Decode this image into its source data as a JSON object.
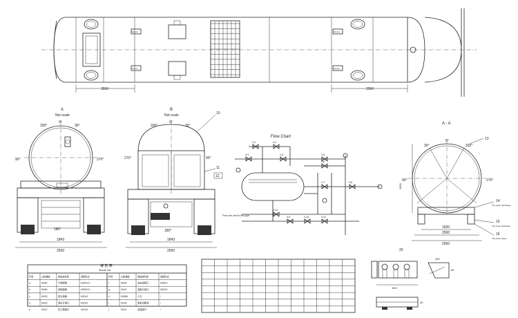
{
  "top_view": {
    "dim_left": "3550",
    "dim_right": "2500",
    "labels": [
      "ветроз",
      "выход",
      "ветроз",
      "выход"
    ]
  },
  "view_a": {
    "title": "A",
    "subtitle": "Not scale",
    "angles": {
      "top": "0°",
      "upper_left": "330°",
      "upper_right": "30°",
      "left": "90°",
      "right": "270°",
      "bottom": "180°"
    },
    "dims": {
      "width": "1843",
      "overall": "2500"
    }
  },
  "view_b": {
    "title": "B",
    "subtitle": "Not scale",
    "angles": {
      "top": "0°",
      "upper_left": "330°",
      "upper_right": "30°",
      "left": "270°",
      "right": "90°",
      "bottom": "180°"
    },
    "callouts": [
      "10",
      "11",
      "12"
    ],
    "dims": {
      "width": "1843",
      "overall": "2500"
    }
  },
  "flow_chart": {
    "title": "Flow Chart",
    "valve_labels": [
      "V-1",
      "V-2",
      "V-3",
      "V-4",
      "V-5",
      "V-6",
      "V-7",
      "V-8",
      "V-9",
      "V-10",
      "V-11",
      "V-12"
    ],
    "note": "From the vent to the pipe"
  },
  "section_aa": {
    "title": "A - A",
    "angles": {
      "top": "0°",
      "upper_left": "30°",
      "upper_right": "330°",
      "left": "90°",
      "right": "270°"
    },
    "callouts": [
      "13",
      "14",
      "15",
      "16"
    ],
    "callout_texts": [
      "The upper discharge",
      "The lower discharge",
      "The lower plank"
    ],
    "dims": {
      "inner": "2500",
      "outer": "2560",
      "bottom": "1500",
      "side": "1950"
    }
  },
  "detail": {
    "title": "25",
    "dims": {
      "a": "800",
      "b": "300",
      "c": "80",
      "d": "30"
    }
  },
  "nozzle_table": {
    "title": "接 管 表",
    "subtitle": "Nozzle List",
    "columns": [
      "代号",
      "公称通径",
      "用途或名称",
      "连接形式"
    ],
    "rows": [
      [
        "a",
        "DN50",
        "气相接管",
        "M39X2.5"
      ],
      [
        "b",
        "DN50",
        "液相接管",
        "M39X2.5"
      ],
      [
        "c",
        "DN25",
        "排污接管",
        "M20X2"
      ],
      [
        "d",
        "DN25",
        "液位计接口",
        "M20X2"
      ],
      [
        "e",
        "DN10",
        "压力表接口",
        "M14X2"
      ]
    ],
    "rows_right": [
      [
        "f",
        "DN50",
        "安全阀接口",
        "M39X2"
      ],
      [
        "g",
        "DN20",
        "温度计接口",
        "M20X2"
      ],
      [
        "h",
        "DN500",
        "人孔",
        "/"
      ],
      [
        "i",
        "DN25",
        "紧急切断阀",
        "/"
      ],
      [
        "j",
        "DN10",
        "测温接口",
        "/"
      ]
    ]
  },
  "valve_table": {
    "rows": 8,
    "cols": 12
  }
}
